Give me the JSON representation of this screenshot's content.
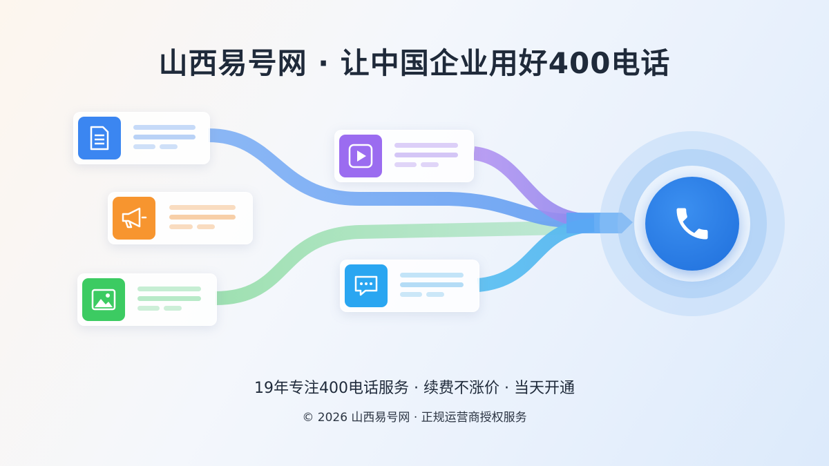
{
  "title": "山西易号网 · 让中国企业用好400电话",
  "subtitle": "19年专注400电话服务 · 续费不涨价 · 当天开通",
  "footer": "© 2026 山西易号网 · 正规运营商授权服务",
  "icons": {
    "document": "document-icon",
    "video": "video-play-icon",
    "megaphone": "megaphone-icon",
    "image": "image-icon",
    "chat": "chat-bubble-icon",
    "phone": "phone-icon"
  },
  "colors": {
    "document": "#3b86f1",
    "video": "#9b6cf0",
    "megaphone": "#f7952f",
    "image": "#3ccb62",
    "chat": "#2aa6f1",
    "phone": "#2a7fe8"
  }
}
